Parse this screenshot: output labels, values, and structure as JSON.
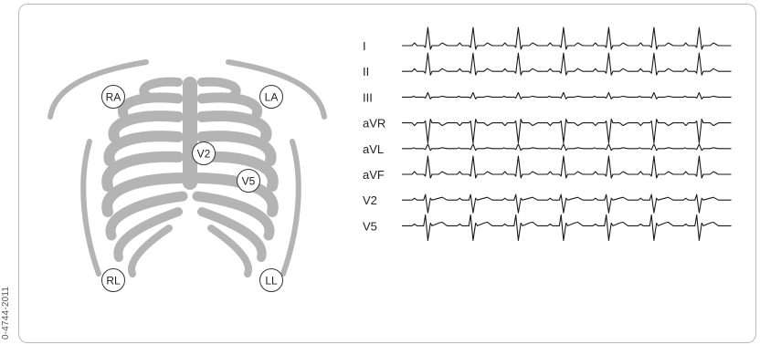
{
  "figure_code": "0-4744-2011",
  "electrodes": [
    {
      "id": "RA",
      "label": "RA"
    },
    {
      "id": "LA",
      "label": "LA"
    },
    {
      "id": "V2",
      "label": "V2"
    },
    {
      "id": "V5",
      "label": "V5"
    },
    {
      "id": "RL",
      "label": "RL"
    },
    {
      "id": "LL",
      "label": "LL"
    }
  ],
  "leads": [
    {
      "label": "I",
      "shape": "upright"
    },
    {
      "label": "II",
      "shape": "upright"
    },
    {
      "label": "III",
      "shape": "small"
    },
    {
      "label": "aVR",
      "shape": "inverted"
    },
    {
      "label": "aVL",
      "shape": "small"
    },
    {
      "label": "aVF",
      "shape": "upright"
    },
    {
      "label": "V2",
      "shape": "biphasic"
    },
    {
      "label": "V5",
      "shape": "biphasic_large"
    }
  ],
  "colors": {
    "ribcage": "#b4b4b4",
    "trace": "#1a1a1a",
    "frame": "#b9b9b9"
  }
}
